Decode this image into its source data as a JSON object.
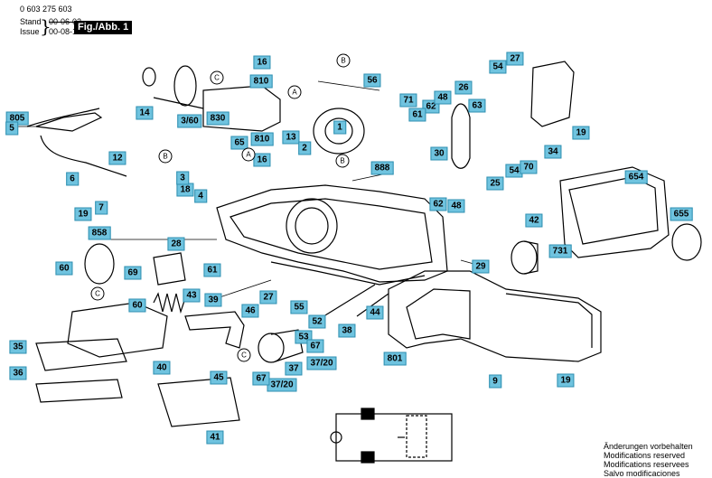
{
  "header": {
    "part_number": "0 603 275 603",
    "stand_label": "Stand",
    "issue_label": "Issue",
    "stand_date": "00-06-02",
    "issue_date": "00-08-14",
    "figure_tag": "Fig./Abb. 1"
  },
  "callouts": [
    "16",
    "810",
    "830",
    "14",
    "3/60",
    "805",
    "5",
    "12",
    "18",
    "3",
    "4",
    "6",
    "7",
    "19",
    "56",
    "71",
    "62",
    "48",
    "26",
    "63",
    "54",
    "27",
    "61",
    "1",
    "30",
    "13",
    "2",
    "810",
    "16",
    "65",
    "888",
    "62",
    "48",
    "25",
    "54",
    "70",
    "19",
    "34",
    "654",
    "655",
    "42",
    "731",
    "29",
    "858",
    "60",
    "69",
    "60",
    "28",
    "61",
    "43",
    "39",
    "46",
    "27",
    "55",
    "52",
    "44",
    "38",
    "53",
    "35",
    "36",
    "40",
    "45",
    "67",
    "37/20",
    "37",
    "37/20",
    "67",
    "41",
    "801",
    "9",
    "19"
  ],
  "ring_labels": [
    "B",
    "C",
    "A",
    "B",
    "A",
    "B",
    "C",
    "C"
  ],
  "notes": [
    "Änderungen vorbehalten",
    "Modifications reserved",
    "Modifications reservees",
    "Salvo modificaciones"
  ],
  "icons": [
    "exploded-view-drawing",
    "wiring-schematic"
  ],
  "colors": {
    "callout_fill": "#6fc3df",
    "callout_border": "#2f8fb0",
    "line_art": "#000000",
    "figure_tag_bg": "#000000"
  }
}
